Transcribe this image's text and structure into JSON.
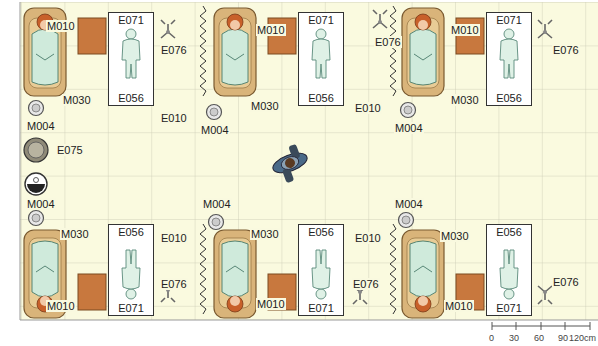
{
  "diagram": {
    "nodes": [
      {
        "text": [
          "E071",
          "E056"
        ]
      },
      {
        "text": [
          "E071",
          "E056"
        ]
      },
      {
        "text": [
          "E071",
          "E056"
        ]
      },
      {
        "text": [
          "E056",
          "E071"
        ]
      },
      {
        "text": [
          "E056",
          "E071"
        ]
      },
      {
        "text": [
          "E056",
          "E071"
        ]
      }
    ],
    "labels": [
      "M010",
      "M010",
      "E076",
      "M010",
      "E076",
      "E076",
      "M030",
      "E010",
      "M030",
      "E010",
      "M030",
      "M004",
      "M004",
      "M004",
      "E075",
      "M004",
      "M004",
      "M004",
      "M030",
      "E010",
      "M030",
      "E010",
      "M030",
      "E076",
      "E076",
      "E076",
      "M010",
      "M010",
      "M010",
      "0",
      "30",
      "60",
      "90",
      "120cm"
    ]
  }
}
